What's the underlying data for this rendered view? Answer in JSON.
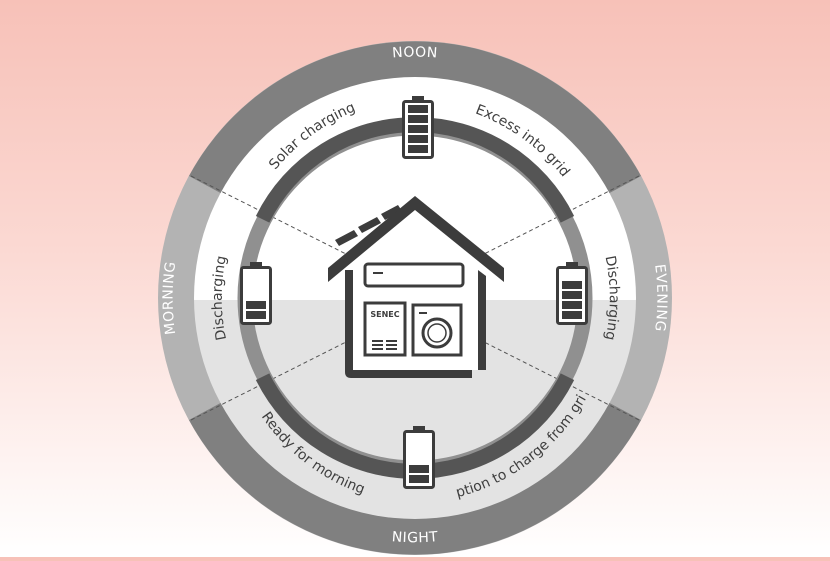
{
  "periods": {
    "noon": "NOON",
    "evening": "EVENING",
    "night": "NIGHT",
    "morning": "MORNING"
  },
  "phases": {
    "solar_charging": "Solar charging",
    "excess_into_grid": "Excess into grid",
    "discharging_right": "Discharging",
    "option_to_charge": "Option to charge from grid",
    "ready_for_morning": "Ready for morning",
    "discharging_left": "Discharging"
  },
  "device": {
    "brand": "SENEC"
  },
  "batteries": {
    "noon": 1.0,
    "evening": 0.85,
    "night": 0.4,
    "morning": 0.4
  },
  "colors": {
    "outer_ring_dark": "#7f7f7f",
    "outer_ring_light": "#b3b3b3",
    "inner_track": "#5a5a5a",
    "house": "#3c3c3c"
  }
}
